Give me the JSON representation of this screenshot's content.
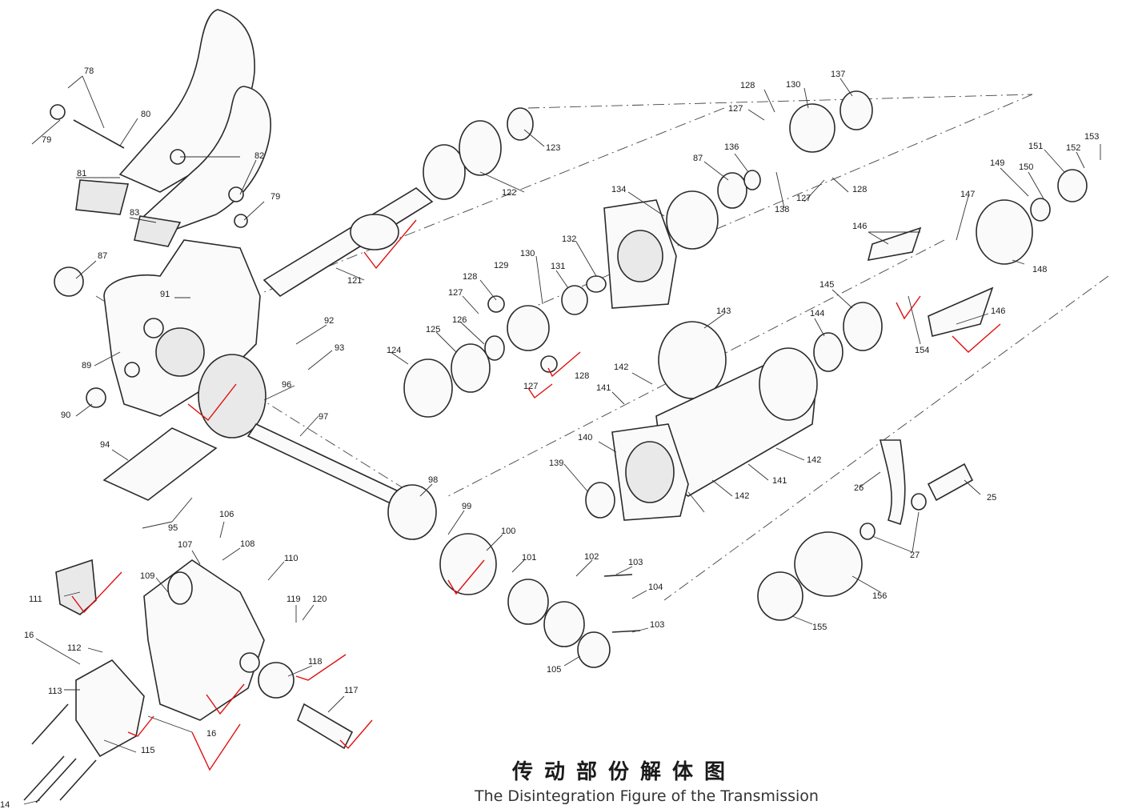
{
  "caption": {
    "zh": "传动部份解体图",
    "en": "The Disintegration Figure of the Transmission"
  },
  "labels": [
    "78",
    "80",
    "79",
    "82",
    "81",
    "83",
    "79",
    "87",
    "91",
    "89",
    "90",
    "92",
    "93",
    "96",
    "97",
    "94",
    "95",
    "121",
    "122",
    "123",
    "124",
    "125",
    "126",
    "128",
    "127",
    "129",
    "130",
    "131",
    "132",
    "134",
    "127",
    "128",
    "98",
    "99",
    "100",
    "101",
    "102",
    "103",
    "104",
    "103",
    "105",
    "128",
    "130",
    "137",
    "127",
    "136",
    "87",
    "138",
    "127",
    "128",
    "143",
    "142",
    "141",
    "140",
    "139",
    "142",
    "141",
    "142",
    "144",
    "145",
    "146",
    "146",
    "147",
    "149",
    "150",
    "151",
    "152",
    "153",
    "148",
    "154",
    "155",
    "156",
    "26",
    "25",
    "27",
    "106",
    "107",
    "108",
    "109",
    "110",
    "111",
    "112",
    "113",
    "16",
    "16",
    "14",
    "115",
    "117",
    "118",
    "119",
    "120"
  ],
  "accent_check_color": "#e01010"
}
